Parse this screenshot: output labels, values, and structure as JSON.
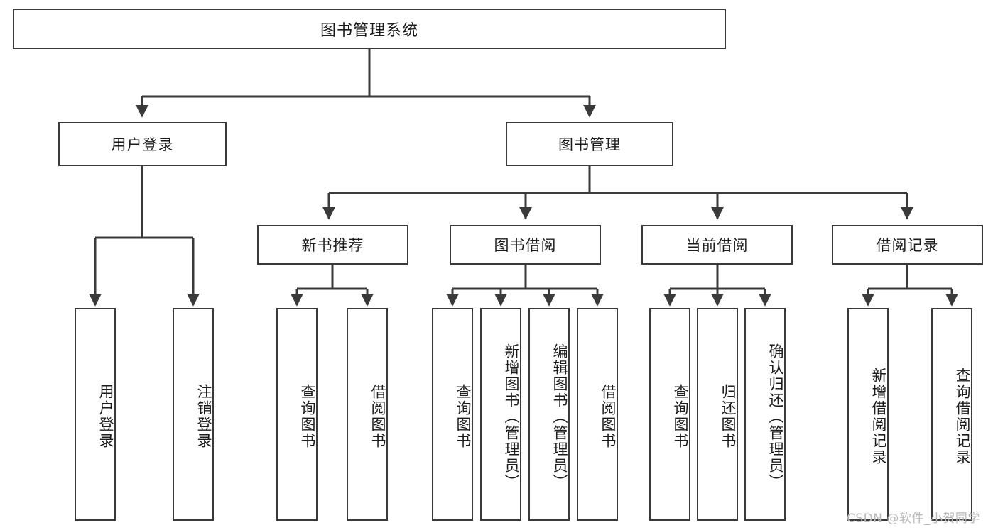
{
  "diagram": {
    "title": "图书管理系统",
    "type": "hierarchy-tree",
    "root": {
      "label": "图书管理系统"
    },
    "level1": [
      {
        "label": "用户登录"
      },
      {
        "label": "图书管理"
      }
    ],
    "level2": [
      {
        "label": "新书推荐"
      },
      {
        "label": "图书借阅"
      },
      {
        "label": "当前借阅"
      },
      {
        "label": "借阅记录"
      }
    ],
    "leaves": {
      "user_login": [
        {
          "label": "用户登录"
        },
        {
          "label": "注销登录"
        }
      ],
      "new_book_recommend": [
        {
          "label": "查询图书"
        },
        {
          "label": "借阅图书"
        }
      ],
      "book_borrow": [
        {
          "label": "查询图书"
        },
        {
          "label": "新增图书（管理员）"
        },
        {
          "label": "编辑图书（管理员）"
        },
        {
          "label": "借阅图书"
        }
      ],
      "current_borrow": [
        {
          "label": "查询图书"
        },
        {
          "label": "归还图书"
        },
        {
          "label": "确认归还（管理员）"
        }
      ],
      "borrow_record": [
        {
          "label": "新增借阅记录"
        },
        {
          "label": "查询借阅记录"
        }
      ]
    }
  },
  "watermark": {
    "text": "CSDN @软件_小贺同学"
  },
  "colors": {
    "stroke": "#3a3a3a",
    "text": "#1c1c1c",
    "background": "#ffffff",
    "watermark": "#b9b9b9"
  }
}
